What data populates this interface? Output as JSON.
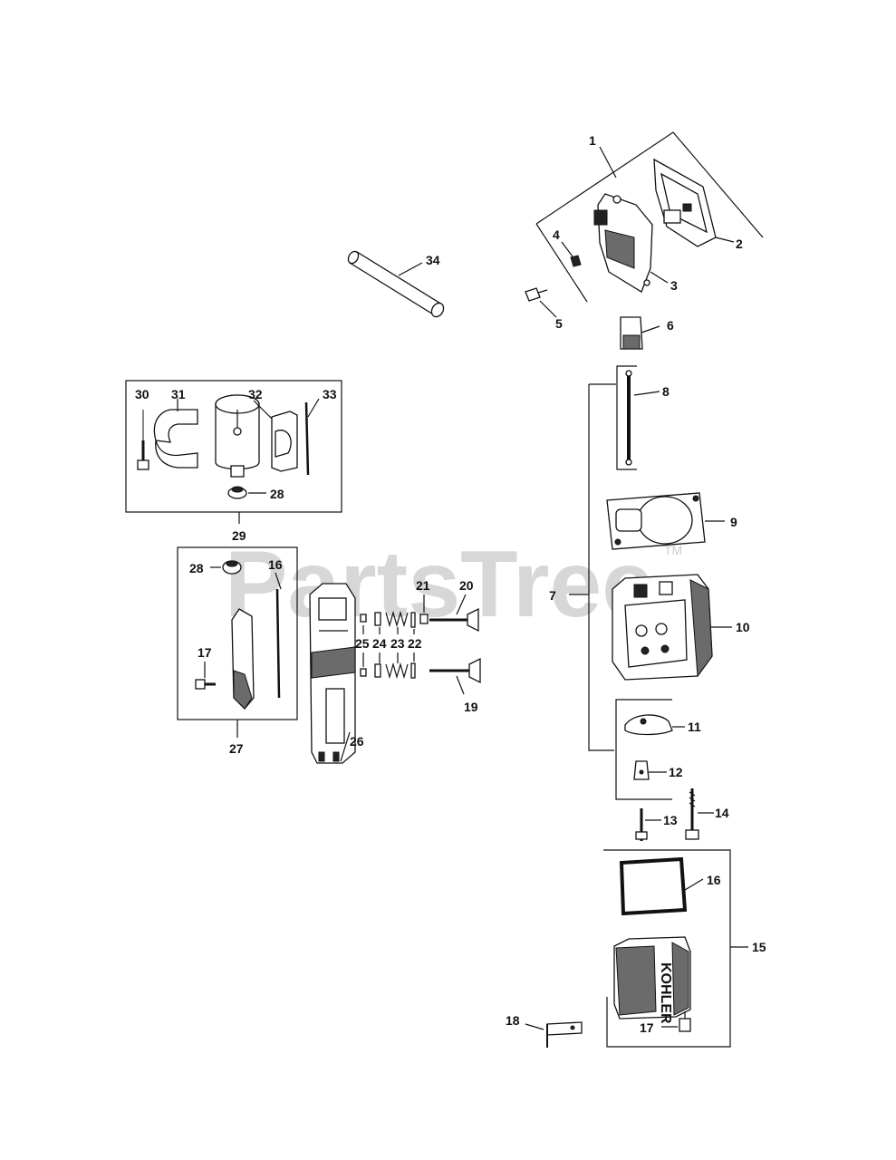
{
  "watermark": {
    "text": "PartsTree",
    "trademark": "TM"
  },
  "callouts": {
    "c1": "1",
    "c2": "2",
    "c3": "3",
    "c4": "4",
    "c5": "5",
    "c6": "6",
    "c7": "7",
    "c8": "8",
    "c9": "9",
    "c10": "10",
    "c11": "11",
    "c12": "12",
    "c13": "13",
    "c14": "14",
    "c15": "15",
    "c16a": "16",
    "c16b": "16",
    "c17a": "17",
    "c17b": "17",
    "c18": "18",
    "c19": "19",
    "c20": "20",
    "c21": "21",
    "c22": "22",
    "c23": "23",
    "c24": "24",
    "c25": "25",
    "c26": "26",
    "c27": "27",
    "c28a": "28",
    "c28b": "28",
    "c29": "29",
    "c30": "30",
    "c31": "31",
    "c32": "32",
    "c33": "33",
    "c34": "34"
  },
  "cover_embossing": "KOHLER"
}
